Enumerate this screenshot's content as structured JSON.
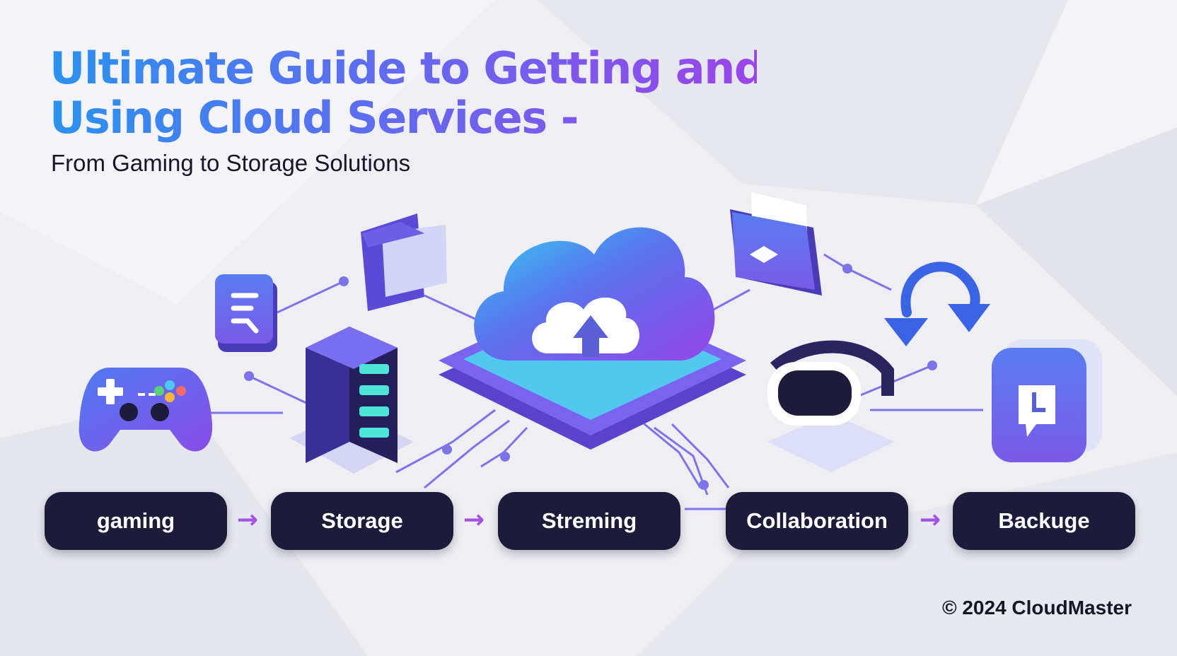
{
  "header": {
    "title_line1": "Ultimate Guide to Getting and",
    "title_line2": "Using Cloud Services -",
    "subtitle": "From Gaming to Storage Solutions"
  },
  "flow": {
    "steps": [
      {
        "label": "gaming"
      },
      {
        "label": "Storage"
      },
      {
        "label": "Streming"
      },
      {
        "label": "Collaboration"
      },
      {
        "label": "Backuge"
      }
    ],
    "arrow_glyph": "→"
  },
  "footer": {
    "copyright": "© 2024 CloudMaster"
  },
  "icons": [
    "game-controller-icon",
    "document-icon",
    "folder-icon",
    "server-rack-icon",
    "cloud-upload-icon",
    "folder-icon",
    "vr-headset-icon",
    "sync-arrows-icon",
    "chat-icon"
  ],
  "colors": {
    "pill_bg": "#1d1b3a",
    "accent_purple": "#a253e6",
    "accent_blue": "#5a6ff0",
    "accent_cyan": "#35c9f2",
    "background": "#eeeef3"
  }
}
